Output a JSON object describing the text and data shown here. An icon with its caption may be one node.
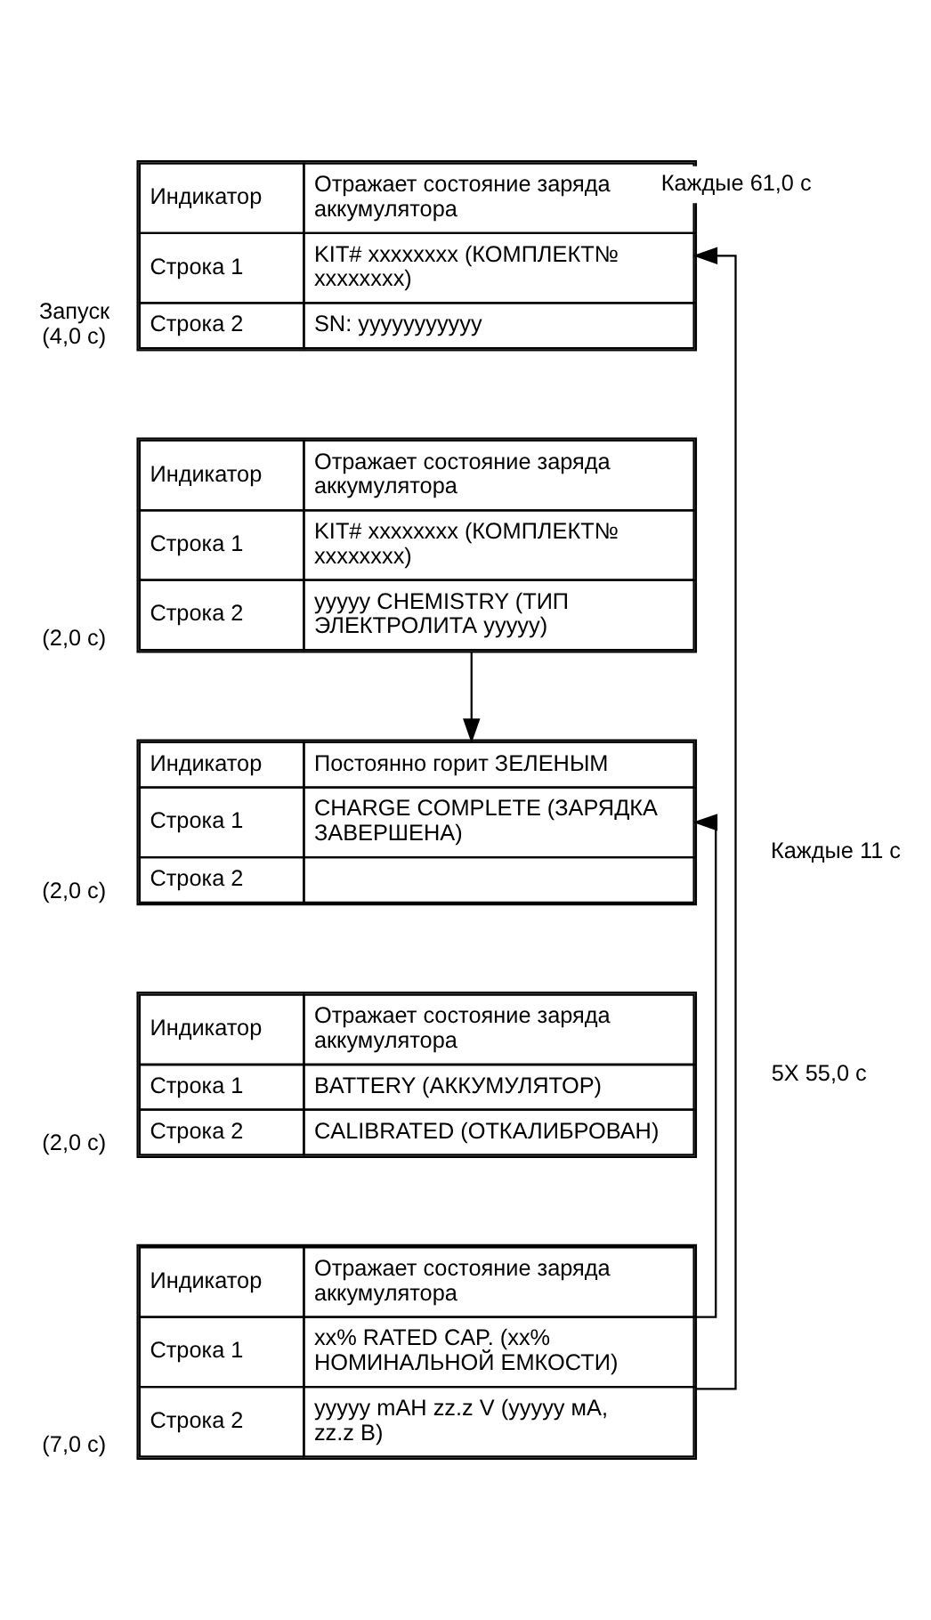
{
  "diagram": {
    "nodes": [
      {
        "text": [
          "Индикатор",
          "Отражает состояние заряда аккумулятора",
          "Строка 1",
          "KIT# xxxxxxxx (КОМПЛЕКТ№ xxxxxxxx)",
          "Строка 2",
          "SN: yyyyyyyyyyy"
        ],
        "beside": [
          "Запуск",
          "(4,0 с)"
        ]
      },
      {
        "text": [
          "Индикатор",
          "Отражает состояние заряда аккумулятора",
          "Строка 1",
          "KIT# xxxxxxxx (КОМПЛЕКТ№ xxxxxxxx)",
          "Строка 2",
          "yyyyy CHEMISTRY (ТИП ЭЛЕКТРОЛИТА yyyyy)"
        ],
        "beside": [
          "(2,0 с)"
        ]
      },
      {
        "text": [
          "Индикатор",
          "Постоянно горит ЗЕЛЕНЫМ",
          "Строка 1",
          "CHARGE COMPLETE (ЗАРЯДКА ЗАВЕРШЕНА)",
          "Строка 2"
        ],
        "beside": [
          "(2,0 с)"
        ]
      },
      {
        "text": [
          "Индикатор",
          "Отражает состояние заряда аккумулятора",
          "Строка 1",
          "BATTERY (АККУМУЛЯТОР)",
          "Строка 2",
          "CALIBRATED (ОТКАЛИБРОВАН)"
        ],
        "beside": [
          "(2,0 с)"
        ]
      },
      {
        "text": [
          "Индикатор",
          "Отражает состояние заряда аккумулятора",
          "Строка 1",
          "xx% RATED CAP. (xx% НОМИНАЛЬНОЙ ЕМКОСТИ)",
          "Строка 2",
          "yyyyy mAH zz.z V (yyyyy мА, zz.z В)"
        ],
        "beside": [
          "(7,0 с)"
        ]
      }
    ],
    "edges": [
      {
        "from": 1,
        "to": 2,
        "arrow": "to"
      },
      {
        "from": 4,
        "to": 2,
        "arrow": "to",
        "label": "Каждые 11 с"
      },
      {
        "from": 4,
        "to": 0,
        "arrow": "to",
        "label": "Каждые 61,0 с"
      }
    ],
    "labels": [
      "5X 55,0 с"
    ]
  }
}
